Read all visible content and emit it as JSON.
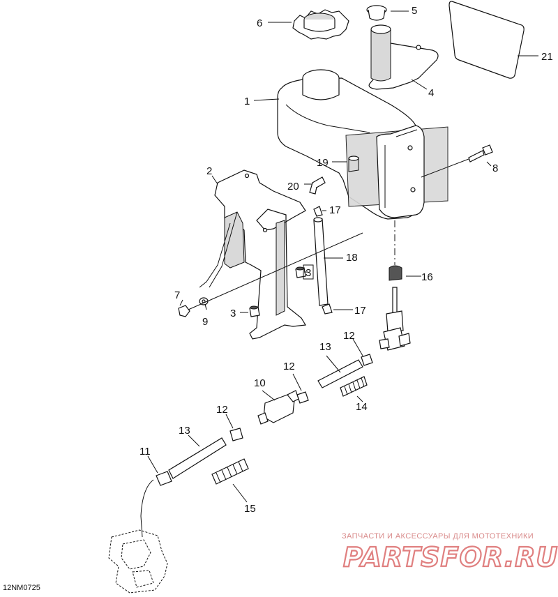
{
  "diagram": {
    "labels": {
      "p1": "1",
      "p2": "2",
      "p3a": "3",
      "p3b": "3",
      "p4": "4",
      "p5": "5",
      "p6": "6",
      "p7": "7",
      "p8": "8",
      "p9": "9",
      "p10": "10",
      "p11": "11",
      "p12a": "12",
      "p12b": "12",
      "p12c": "12",
      "p13a": "13",
      "p13b": "13",
      "p14": "14",
      "p15": "15",
      "p16": "16",
      "p17a": "17",
      "p17b": "17",
      "p18": "18",
      "p19": "19",
      "p20": "20",
      "p21": "21"
    },
    "figure_code": "12NM0725"
  },
  "watermark": {
    "tagline": "ЗАПЧАСТИ И АКСЕССУАРЫ ДЛЯ МОТОТЕХНИКИ",
    "logo_text": "PARTSFOR.RU"
  },
  "colors": {
    "line": "#111111",
    "watermark": "#e08080",
    "background": "#ffffff"
  }
}
